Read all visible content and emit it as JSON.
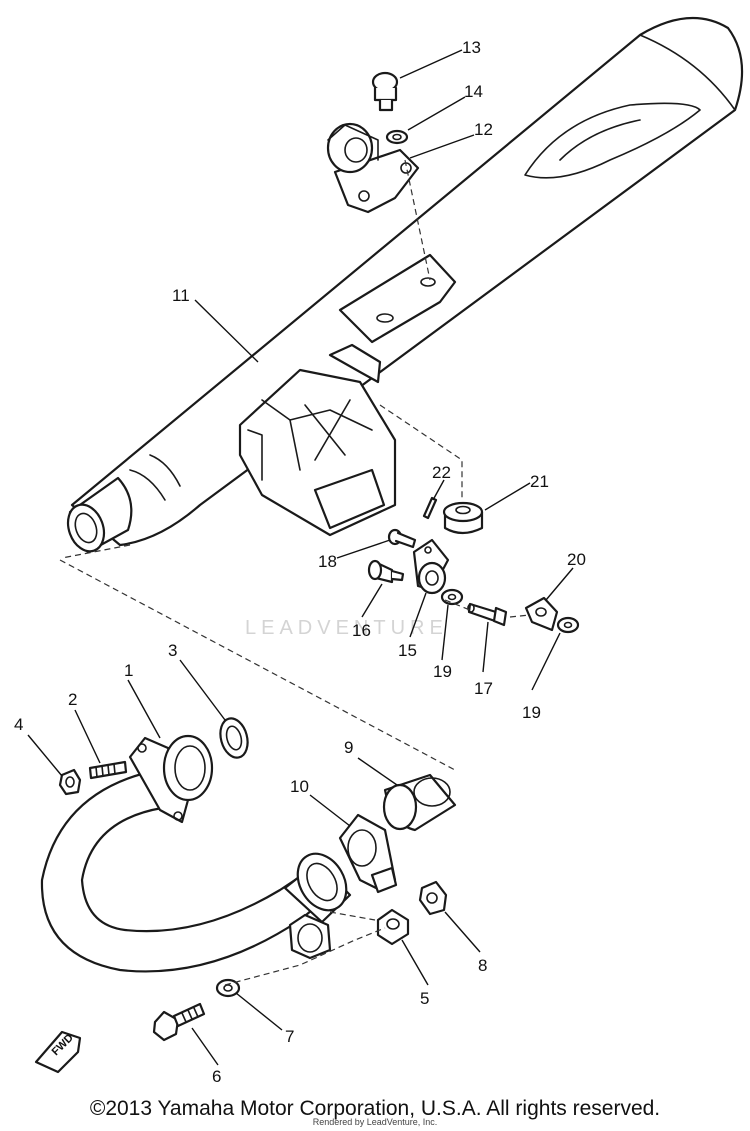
{
  "watermark": "LEADVENTURE",
  "fwd_label": "FWD",
  "copyright": "©2013 Yamaha Motor Corporation, U.S.A. All rights reserved.",
  "rendered_by": "Rendered by LeadVenture, Inc.",
  "callouts": {
    "c1": "1",
    "c2": "2",
    "c3": "3",
    "c4": "4",
    "c5": "5",
    "c6": "6",
    "c7": "7",
    "c8": "8",
    "c9": "9",
    "c10": "10",
    "c11": "11",
    "c12": "12",
    "c13": "13",
    "c14": "14",
    "c15": "15",
    "c16": "16",
    "c17": "17",
    "c18": "18",
    "c19a": "19",
    "c19b": "19",
    "c20": "20",
    "c21": "21",
    "c22": "22"
  }
}
